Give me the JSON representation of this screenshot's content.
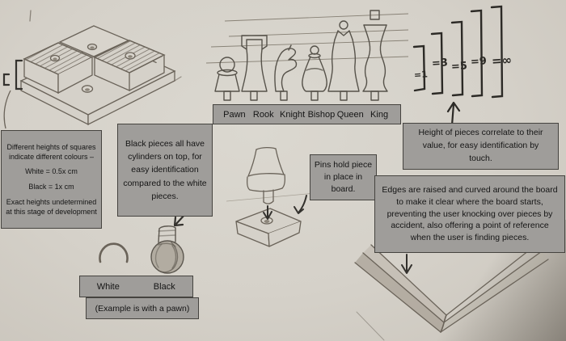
{
  "palette": {
    "paper": "#d5d1c9",
    "box_fill": "#9f9d9a",
    "box_border": "#45433f",
    "text": "#151515",
    "pencil": "#6a6359",
    "ink": "#2c2a26"
  },
  "boxes": {
    "square_heights": {
      "intro": "Different heights of squares indicate different colours –",
      "white_rule": "White = 0.5x cm",
      "black_rule": "Black = 1x cm",
      "outro": "Exact heights undetermined at this stage of development"
    },
    "black_pieces": {
      "text": "Black pieces all have cylinders on top, for easy identification compared to the white pieces."
    },
    "pins": {
      "text": "Pins hold piece in place in board."
    },
    "height_value": {
      "text": "Height of pieces correlate to their value, for easy identification by touch."
    },
    "edges": {
      "text": "Edges are raised and curved around the board to make it clear where the board starts, preventing the user knocking over pieces by accident, also offering a point of reference when the user is finding pieces."
    },
    "example": {
      "text": "(Example is with a pawn)"
    }
  },
  "piece_labels": [
    "Pawn",
    "Rook",
    "Knight",
    "Bishop",
    "Queen",
    "King"
  ],
  "pawn_examples": {
    "white": "White",
    "black": "Black"
  },
  "piece_values": [
    "=1",
    "=3",
    "=5",
    "=9",
    "=∞"
  ]
}
